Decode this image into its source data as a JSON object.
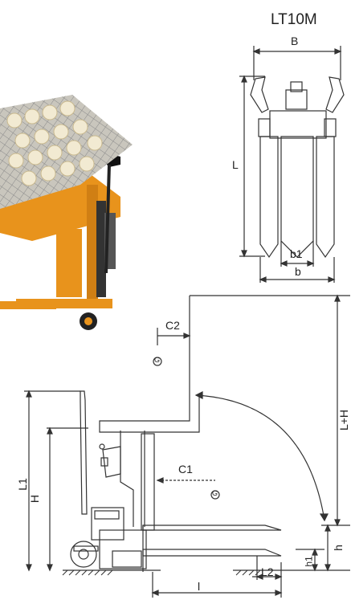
{
  "model": "LT10M",
  "top_view_labels": {
    "B": "B",
    "L": "L",
    "b1": "b1",
    "b": "b"
  },
  "side_view_labels": {
    "C2": "C2",
    "C1": "C1",
    "L_plus_H": "L+H",
    "L1": "L1",
    "H": "H",
    "h": "h",
    "h1": "h1",
    "l": "l",
    "L2": "L2",
    "G": "G"
  },
  "photo": {
    "subject": "orange pallet tipper carrying a wire mesh cage of bottles"
  },
  "colors": {
    "line": "#333333",
    "machine": "#e8931c",
    "cage": "#9a9a9a",
    "bottle": "#f2ead2"
  }
}
